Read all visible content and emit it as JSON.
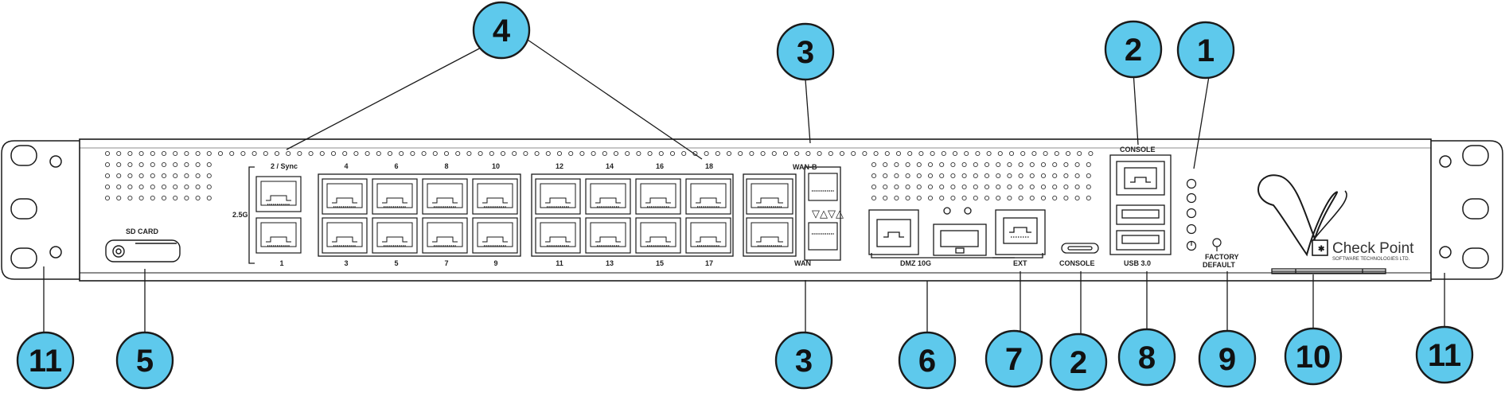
{
  "colors": {
    "callout_fill": "#5ec9ec",
    "stroke": "#1a1a1a",
    "chassis": "#ffffff",
    "logo_text": "#333333"
  },
  "labels": {
    "sync": "2 / Sync",
    "speed": "2.5G",
    "sd_card": "SD CARD",
    "wan_top": "WAN-B",
    "wan_bottom": "WAN",
    "dmz": "DMZ 10G",
    "ext": "EXT",
    "console_usb": "CONSOLE",
    "console_rj45": "CONSOLE",
    "usb": "USB 3.0",
    "factory_line1": "FACTORY",
    "factory_line2": "DEFAULT"
  },
  "port_numbers_top": [
    "4",
    "6",
    "8",
    "10",
    "12",
    "14",
    "16",
    "18"
  ],
  "port_numbers_bottom": [
    "1",
    "3",
    "5",
    "7",
    "9",
    "11",
    "13",
    "15",
    "17"
  ],
  "logo": {
    "brand": "Check Point",
    "tagline": "SOFTWARE TECHNOLOGIES LTD."
  },
  "callouts": [
    {
      "id": "1",
      "label": "1",
      "part": "status-leds"
    },
    {
      "id": "2a",
      "label": "2",
      "part": "console-rj45"
    },
    {
      "id": "3a",
      "label": "3",
      "part": "wan-b-ports"
    },
    {
      "id": "4",
      "label": "4",
      "part": "lan-ports"
    },
    {
      "id": "11a",
      "label": "11",
      "part": "left-rack-ear"
    },
    {
      "id": "5",
      "label": "5",
      "part": "sd-card-slot"
    },
    {
      "id": "3b",
      "label": "3",
      "part": "wan-ports"
    },
    {
      "id": "6",
      "label": "6",
      "part": "dmz-10g"
    },
    {
      "id": "7",
      "label": "7",
      "part": "ext-port"
    },
    {
      "id": "2b",
      "label": "2",
      "part": "console-usb-c"
    },
    {
      "id": "8",
      "label": "8",
      "part": "usb-3-ports"
    },
    {
      "id": "9",
      "label": "9",
      "part": "factory-default-button"
    },
    {
      "id": "10",
      "label": "10",
      "part": "label-tray"
    },
    {
      "id": "11b",
      "label": "11",
      "part": "right-rack-ear"
    }
  ]
}
